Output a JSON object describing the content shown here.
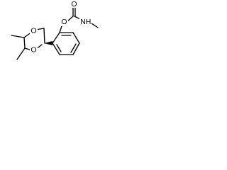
{
  "molecule": {
    "labels": {
      "o_ring_upper": "O",
      "o_ring_lower": "O",
      "o_aryl": "O",
      "o_carbonyl": "O",
      "n_amide": "N",
      "h_amide": "H"
    }
  }
}
